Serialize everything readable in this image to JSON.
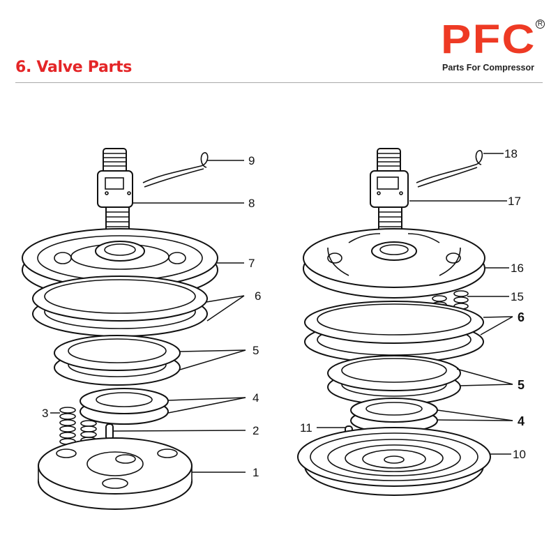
{
  "header": {
    "section_title": "6. Valve Parts",
    "brand": {
      "logo_text": "PFC",
      "registered_mark": "R",
      "tagline": "Parts For Compressor",
      "color": "#ee3a24"
    },
    "title_color": "#e42527"
  },
  "diagram": {
    "left_assembly": {
      "callouts": [
        "9",
        "8",
        "7",
        "6",
        "5",
        "4",
        "3",
        "2",
        "1"
      ]
    },
    "right_assembly": {
      "callouts": [
        "18",
        "17",
        "16",
        "15",
        "6",
        "5",
        "4",
        "11",
        "10"
      ]
    }
  }
}
